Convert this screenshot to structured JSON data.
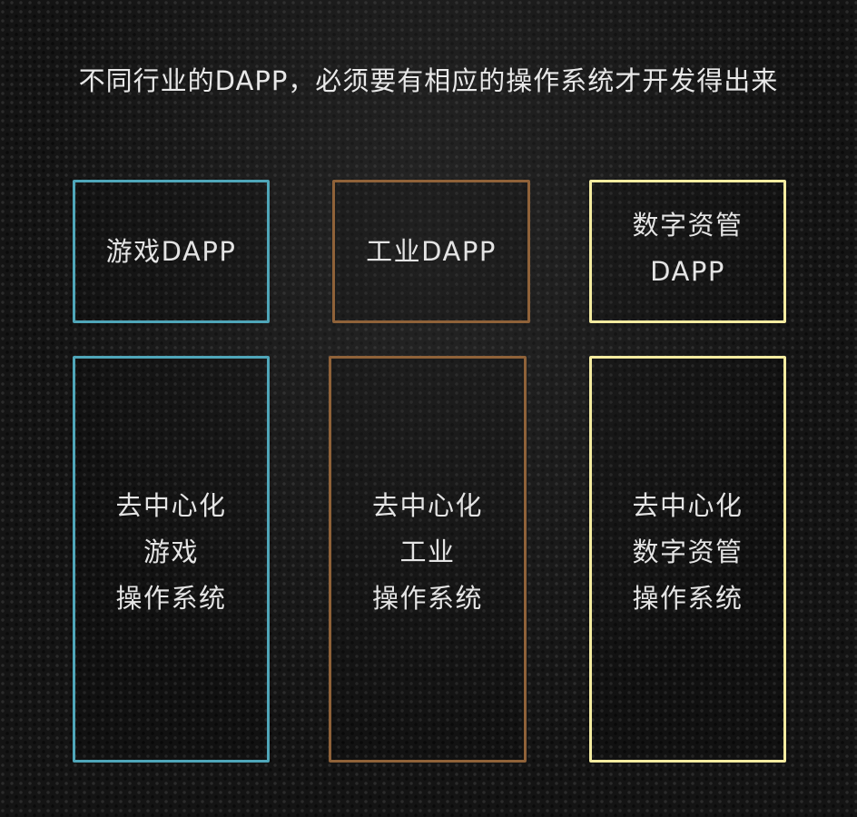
{
  "title": "不同行业的DAPP，必须要有相应的操作系统才开发得出来",
  "colors": {
    "blue": "#4fa6b9",
    "brown": "#8f6239",
    "yellow": "#f3eba0",
    "background": "#141414"
  },
  "dapps": [
    {
      "lines": [
        "游戏DAPP"
      ]
    },
    {
      "lines": [
        "工业DAPP"
      ]
    },
    {
      "lines": [
        "数字资管",
        "DAPP"
      ]
    }
  ],
  "systems": [
    {
      "lines": [
        "去中心化",
        "游戏",
        "操作系统"
      ]
    },
    {
      "lines": [
        "去中心化",
        "工业",
        "操作系统"
      ]
    },
    {
      "lines": [
        "去中心化",
        "数字资管",
        "操作系统"
      ]
    }
  ]
}
